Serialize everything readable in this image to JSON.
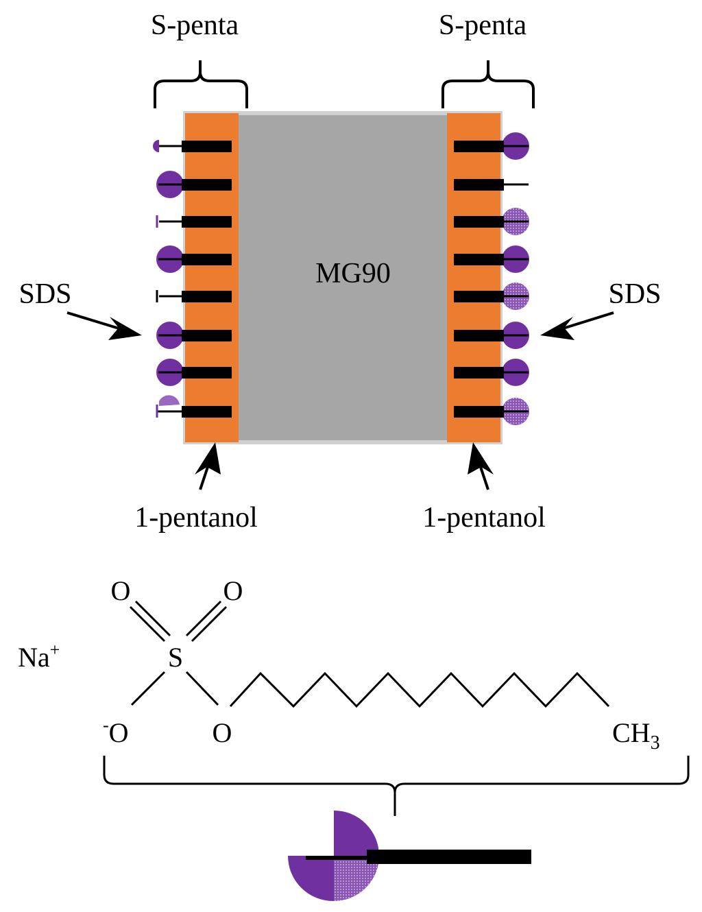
{
  "labels": {
    "s_penta_left": "S-penta",
    "s_penta_right": "S-penta",
    "mg90": "MG90",
    "sds_left": "SDS",
    "sds_right": "SDS",
    "pentanol_left": "1-pentanol",
    "pentanol_right": "1-pentanol"
  },
  "molecule": {
    "oxygen_top_left": "O",
    "oxygen_top_right": "O",
    "sulfur": "S",
    "sodium": "Na",
    "sodium_charge": "+",
    "oxygen_anion_charge": "-",
    "oxygen_anion": "O",
    "oxygen_ester": "O",
    "methyl": "CH",
    "methyl_subscript": "3"
  },
  "colors": {
    "membrane": "#a6a6a6",
    "membrane_edge": "#d0d0d0",
    "pentanol_layer": "#ec7c30",
    "sds_head": "#7030a0",
    "sds_head_light": "#9a68bf",
    "tail": "#000000"
  },
  "icons": {
    "sds_molecule": "sds-molecule-icon"
  }
}
